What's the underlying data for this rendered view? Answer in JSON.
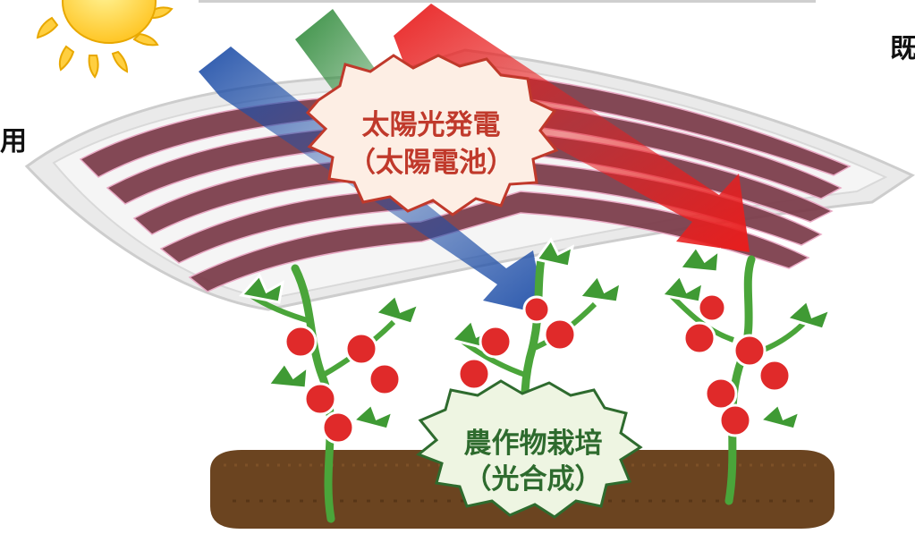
{
  "labels": {
    "solar_title": "太陽光発電",
    "solar_sub": "（太陽電池）",
    "crop_title": "農作物栽培",
    "crop_sub": "（光合成）",
    "left_edge": "用",
    "right_edge": "既"
  },
  "colors": {
    "sun": "#ffd23a",
    "sun_ray": "#ffcf40",
    "panel_frame": "#d4d4d4",
    "cell": "#7a3a48",
    "arrow_blue": "#1f4fa8",
    "arrow_green": "#2f8a3a",
    "arrow_red": "#e81e1e",
    "solar_burst_fill": "#fdeee4",
    "solar_burst_stroke": "#c0392b",
    "solar_text": "#c0392b",
    "crop_burst_fill": "#eef5e2",
    "crop_burst_stroke": "#2e6b2e",
    "crop_text": "#2e6b2e",
    "soil": "#6b4420",
    "stem": "#4aa53a",
    "leaf": "#3f9a34",
    "tomato": "#e02a2a"
  }
}
